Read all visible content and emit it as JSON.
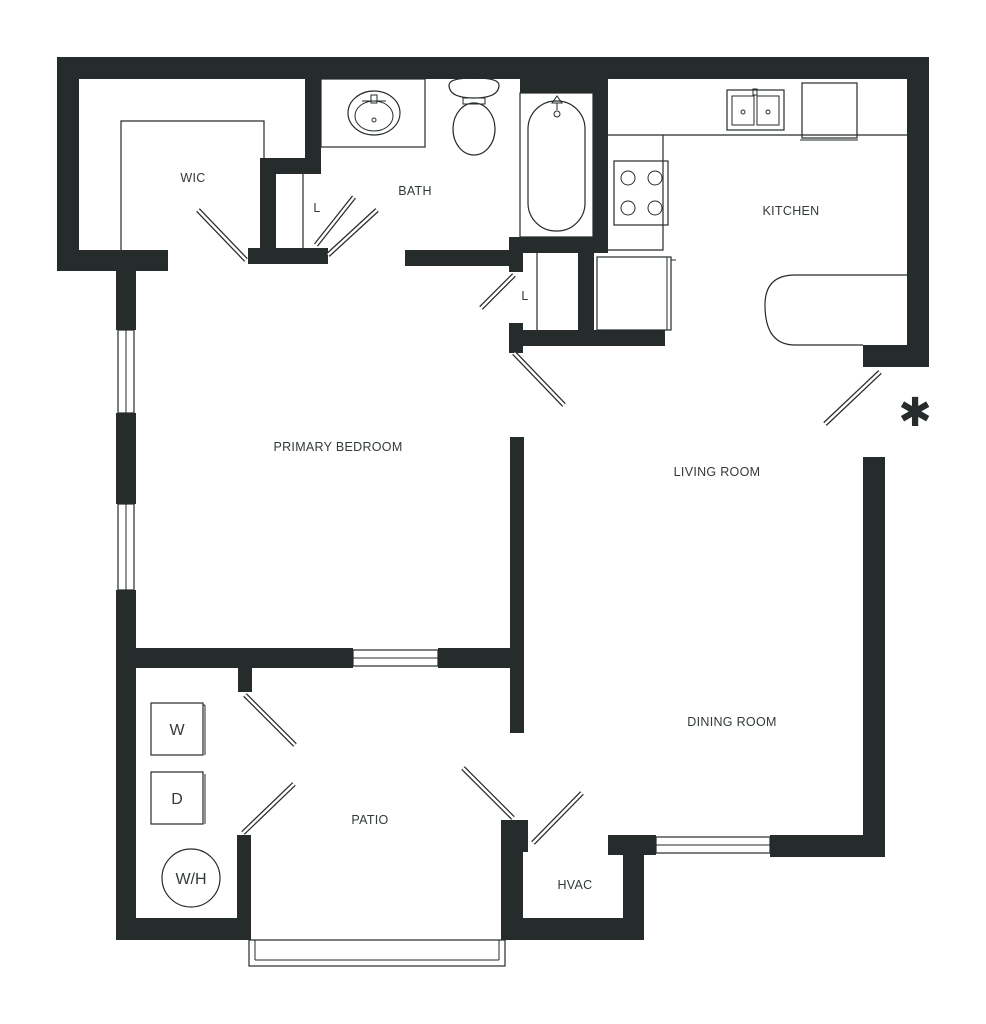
{
  "rooms": {
    "wic": "WIC",
    "bath": "BATH",
    "kitchen": "KITCHEN",
    "primary_bedroom": "PRIMARY BEDROOM",
    "living_room": "LIVING ROOM",
    "dining_room": "DINING ROOM",
    "patio": "PATIO",
    "hvac": "HVAC"
  },
  "fixtures": {
    "linen_bath": "L",
    "linen_hall": "L",
    "washer": "W",
    "dryer": "D",
    "water_heater": "W/H"
  },
  "marker": "✱"
}
